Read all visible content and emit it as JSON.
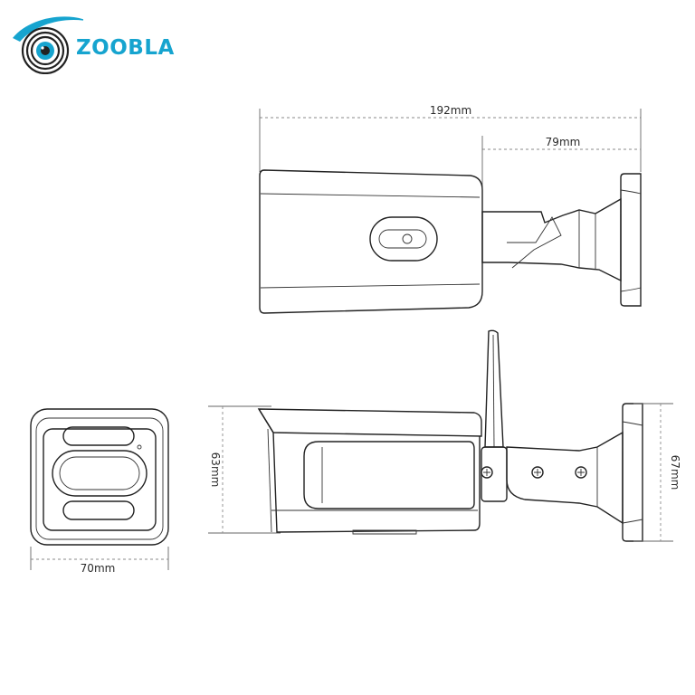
{
  "brand": {
    "name": "ZOOBLA",
    "accent_color": "#16a4cf",
    "logo_icon": "eye-swirl-logo-icon"
  },
  "dimensions": {
    "overall_length": "192mm",
    "mount_length": "79mm",
    "front_width": "70mm",
    "body_height": "63mm",
    "mount_height": "67mm"
  },
  "colors": {
    "line": "#222222",
    "dimension_line": "#8a8a8a"
  }
}
